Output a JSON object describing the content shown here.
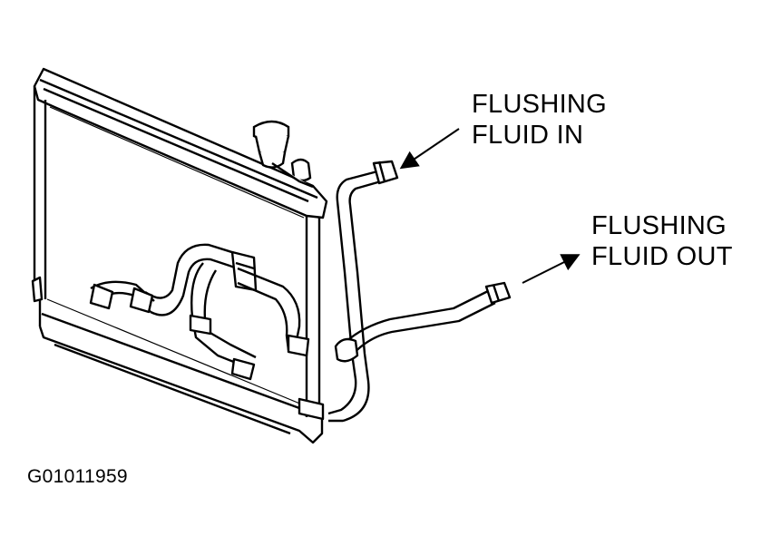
{
  "labels": {
    "flushing_in": [
      "FLUSHING",
      "FLUID IN"
    ],
    "flushing_out": [
      "FLUSHING",
      "FLUID OUT"
    ]
  },
  "figure_id": "G01011959",
  "colors": {
    "ink": "#000000",
    "paper": "#ffffff"
  }
}
